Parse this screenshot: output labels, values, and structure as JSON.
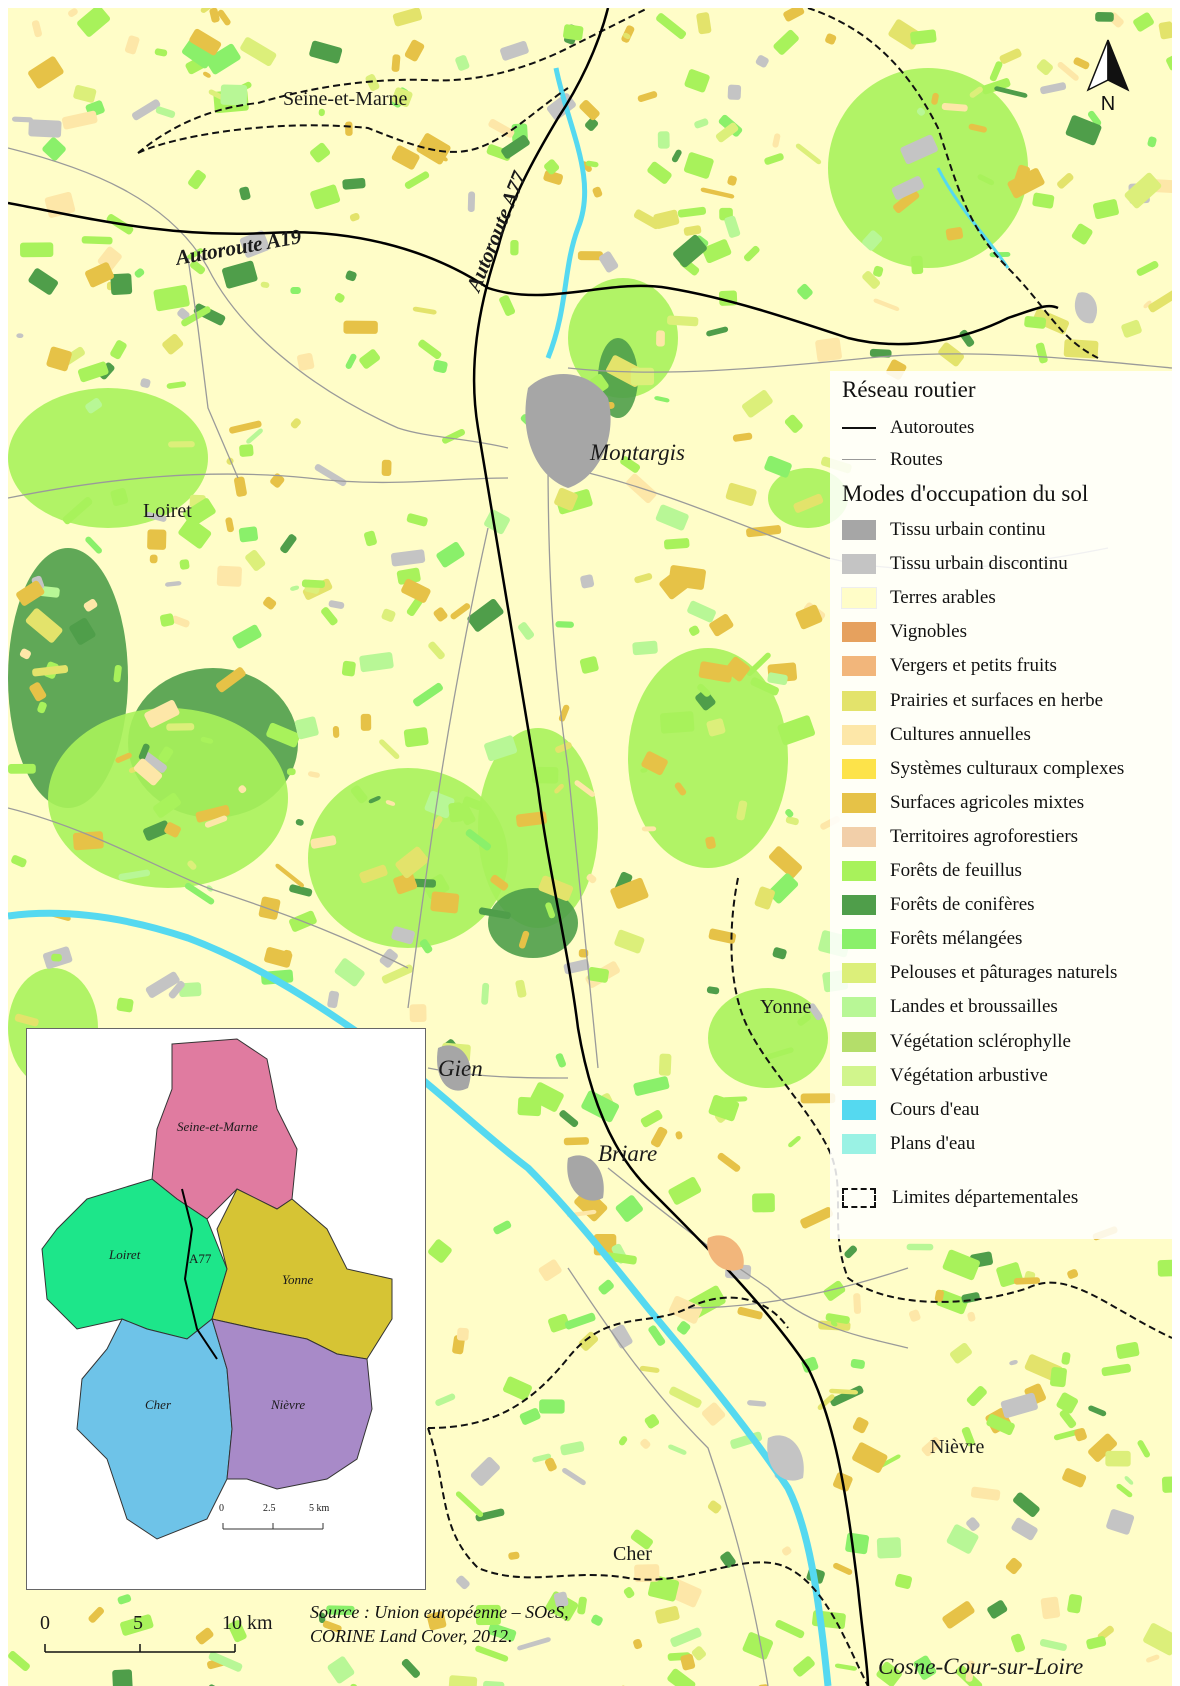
{
  "labels": {
    "seine_et_marne": "Seine-et-Marne",
    "loiret": "Loiret",
    "yonne": "Yonne",
    "nievre": "Nièvre",
    "cher": "Cher",
    "montargis": "Montargis",
    "gien": "Gien",
    "briare": "Briare",
    "cosne": "Cosne-Cour-sur-Loire",
    "autoroute_a19": "Autoroute A19",
    "autoroute_a77": "Autoroute A77"
  },
  "north": "N",
  "legend": {
    "road_title": "Réseau routier",
    "roads": [
      {
        "label": "Autoroutes",
        "style": "thick"
      },
      {
        "label": "Routes",
        "style": "thin"
      }
    ],
    "landuse_title": "Modes d'occupation du sol",
    "landuse": [
      {
        "label": "Tissu urbain continu",
        "color": "#a6a6a6"
      },
      {
        "label": "Tissu urbain discontinu",
        "color": "#c4c4c4"
      },
      {
        "label": "Terres arables",
        "color": "#fffdc8"
      },
      {
        "label": "Vignobles",
        "color": "#e6a15e"
      },
      {
        "label": "Vergers et petits fruits",
        "color": "#f2b67b"
      },
      {
        "label": "Prairies et surfaces en herbe",
        "color": "#e3e36b"
      },
      {
        "label": "Cultures annuelles",
        "color": "#fde7a8"
      },
      {
        "label": "Systèmes culturaux complexes",
        "color": "#fde34a"
      },
      {
        "label": "Surfaces agricoles mixtes",
        "color": "#e6c247"
      },
      {
        "label": "Territoires agroforestiers",
        "color": "#f2cfa9"
      },
      {
        "label": "Forêts de feuillus",
        "color": "#a8f25b"
      },
      {
        "label": "Forêts de conifères",
        "color": "#4f9e4a"
      },
      {
        "label": "Forêts mélangées",
        "color": "#8af06a"
      },
      {
        "label": "Pelouses et pâturages naturels",
        "color": "#dcef7a"
      },
      {
        "label": "Landes et broussailles",
        "color": "#b8f796"
      },
      {
        "label": "Végétation sclérophylle",
        "color": "#b4de6a"
      },
      {
        "label": "Végétation arbustive",
        "color": "#d1f58c"
      },
      {
        "label": "Cours d'eau",
        "color": "#55d9f0"
      },
      {
        "label": "Plans d'eau",
        "color": "#9af2e4"
      }
    ],
    "boundary_label": "Limites départementales"
  },
  "inset": {
    "regions": [
      {
        "label": "Seine-et-Marne",
        "color": "#e07ba0"
      },
      {
        "label": "Loiret",
        "color": "#1de68a"
      },
      {
        "label": "Yonne",
        "color": "#d6c434"
      },
      {
        "label": "Cher",
        "color": "#6ec3e8"
      },
      {
        "label": "Nièvre",
        "color": "#a88ac8"
      }
    ],
    "road_label": "A77",
    "scale_ticks": [
      "0",
      "2.5",
      "5 km"
    ]
  },
  "scale": {
    "ticks": [
      "0",
      "5",
      "10 km"
    ]
  },
  "source": {
    "line1": "Source : Union européenne – SOeS,",
    "line2": "CORINE Land Cover, 2012."
  }
}
